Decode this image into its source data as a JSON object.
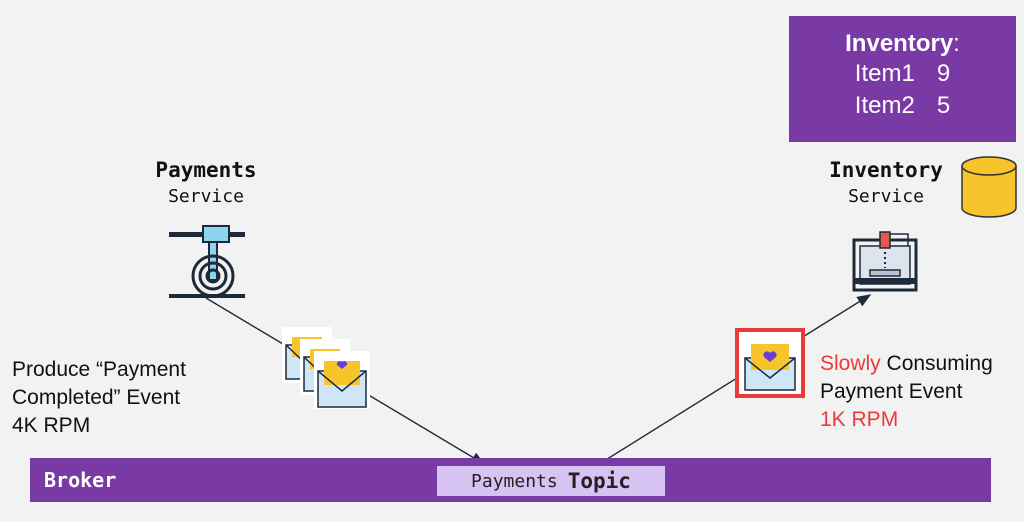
{
  "inventory_panel": {
    "title": "Inventory",
    "title_suffix": ":",
    "items": [
      {
        "name": "Item1",
        "qty": "9"
      },
      {
        "name": "Item2",
        "qty": "5"
      }
    ]
  },
  "payments_service": {
    "title": "Payments",
    "subtitle": "Service"
  },
  "inventory_service": {
    "title": "Inventory",
    "subtitle": "Service"
  },
  "producer_note": {
    "line1": "Produce “Payment",
    "line2": "Completed” Event",
    "line3": "4K RPM"
  },
  "consumer_note": {
    "slowly": "Slowly",
    "consuming": " Consuming",
    "line2": "Payment Event",
    "rate": "1K RPM"
  },
  "broker": {
    "label": "Broker",
    "topic_prefix": "Payments",
    "topic_suffix": "Topic"
  },
  "icons": [
    "sewing-machine-icon",
    "envelope-stack-icon",
    "envelope-icon",
    "printer-3d-icon",
    "database-cylinder-icon"
  ],
  "colors": {
    "purple": "#7a3aa6",
    "topic_bg": "#d6c3f1",
    "highlight_red": "#ea3a3a",
    "database_yellow": "#f7c52b"
  }
}
